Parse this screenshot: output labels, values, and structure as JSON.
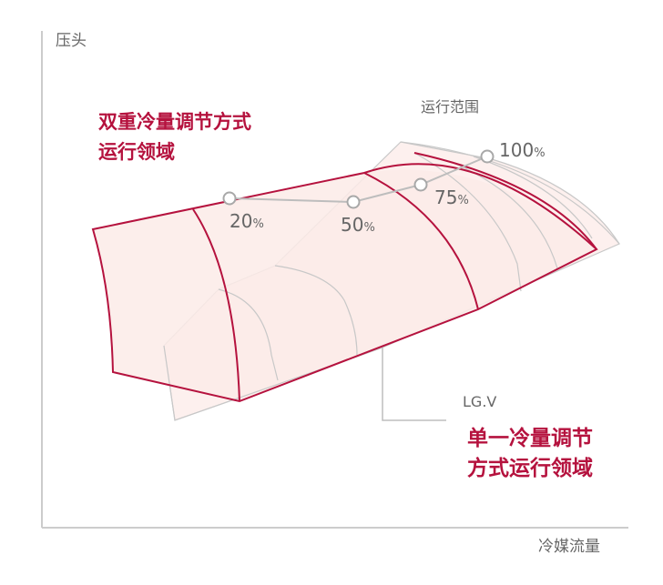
{
  "axes": {
    "y_label": "压头",
    "x_label": "冷媒流量"
  },
  "dual_region": {
    "line1": "双重冷量调节方式",
    "line2": "运行领域"
  },
  "single_region": {
    "line1": "单一冷量调节",
    "line2": "方式运行领域"
  },
  "operating_range_label": "运行范围",
  "product_label": "LG.V",
  "percent_marks": [
    {
      "value": "20",
      "unit": "%"
    },
    {
      "value": "50",
      "unit": "%"
    },
    {
      "value": "75",
      "unit": "%"
    },
    {
      "value": "100",
      "unit": "%"
    }
  ],
  "colors": {
    "accent": "#b5123e",
    "fill_light": "#fdf0ee",
    "grey_line": "#bdbdbd",
    "axis": "#cccccc",
    "text": "#666666"
  }
}
